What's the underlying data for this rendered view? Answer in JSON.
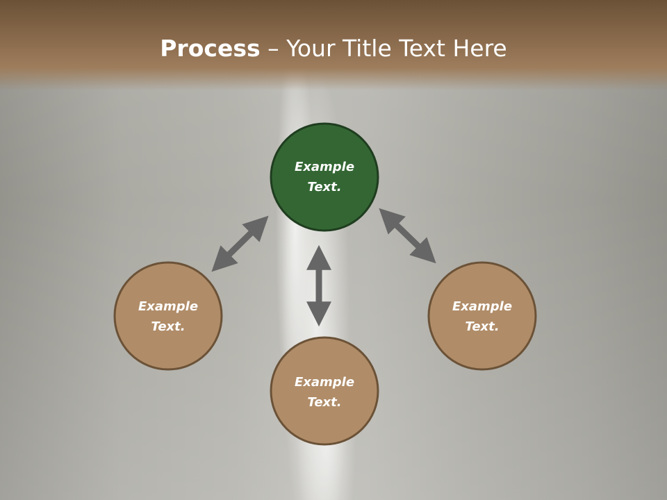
{
  "title": {
    "bold": "Process",
    "rest": " – Your Title Text Here"
  },
  "colors": {
    "title_bar": "#87684a",
    "center_node_fill": "#336633",
    "center_node_stroke": "#1f3d1f",
    "outer_node_fill": "#b08c68",
    "outer_node_stroke": "#6b5237",
    "arrow": "#666666"
  },
  "nodes": {
    "center": {
      "line1": "Example",
      "line2": "Text."
    },
    "left": {
      "line1": "Example",
      "line2": "Text."
    },
    "right": {
      "line1": "Example",
      "line2": "Text."
    },
    "bottom": {
      "line1": "Example",
      "line2": "Text."
    }
  }
}
